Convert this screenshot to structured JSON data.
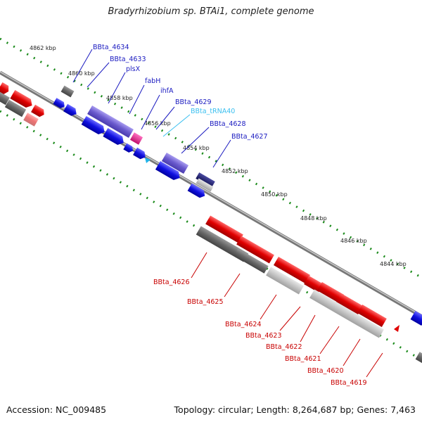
{
  "title": "Bradyrhizobium sp. BTAi1, complete genome",
  "footer": {
    "accession_label": "Accession:",
    "accession": "NC_009485",
    "topology_label": "Topology:",
    "topology": "circular",
    "length_label": "Length:",
    "length": "8,264,687 bp",
    "genes_label": "Genes:",
    "genes": "7,463"
  },
  "ticks": [
    "4862 kbp",
    "4860 kbp",
    "4858 kbp",
    "4856 kbp",
    "4854 kbp",
    "4852 kbp",
    "4850 kbp",
    "4848 kbp",
    "4846 kbp",
    "4844 kbp"
  ],
  "colors": {
    "cds_forward": "#1010e0",
    "cds_forward_alt": "#6a5acd",
    "rna": "#00b4e6",
    "cds_reverse": "#e00000",
    "cds_gray": "#666666",
    "pink": "#e0208c",
    "backbone": "#777777",
    "scale_dots": "#1a8a1a"
  },
  "genes_forward": [
    {
      "label": "BBta_4634",
      "type": "CDS",
      "color": "blue"
    },
    {
      "label": "BBta_4633",
      "type": "CDS",
      "color": "blue"
    },
    {
      "label": "plsX",
      "type": "CDS",
      "color": "blue"
    },
    {
      "label": "fabH",
      "type": "CDS",
      "color": "blue"
    },
    {
      "label": "ihfA",
      "type": "CDS",
      "color": "blue"
    },
    {
      "label": "BBta_4629",
      "type": "CDS",
      "color": "blue"
    },
    {
      "label": "BBta_tRNA40",
      "type": "tRNA",
      "color": "cyan"
    },
    {
      "label": "BBta_4628",
      "type": "CDS",
      "color": "blue"
    },
    {
      "label": "BBta_4627",
      "type": "CDS",
      "color": "blue"
    }
  ],
  "genes_reverse": [
    {
      "label": "BBta_4626",
      "type": "CDS",
      "color": "red"
    },
    {
      "label": "BBta_4625",
      "type": "CDS",
      "color": "red"
    },
    {
      "label": "BBta_4624",
      "type": "CDS",
      "color": "red"
    },
    {
      "label": "BBta_4623",
      "type": "CDS",
      "color": "red"
    },
    {
      "label": "BBta_4622",
      "type": "CDS",
      "color": "red"
    },
    {
      "label": "BBta_4621",
      "type": "CDS",
      "color": "red"
    },
    {
      "label": "BBta_4620",
      "type": "CDS",
      "color": "red"
    },
    {
      "label": "BBta_4619",
      "type": "CDS",
      "color": "red"
    }
  ]
}
